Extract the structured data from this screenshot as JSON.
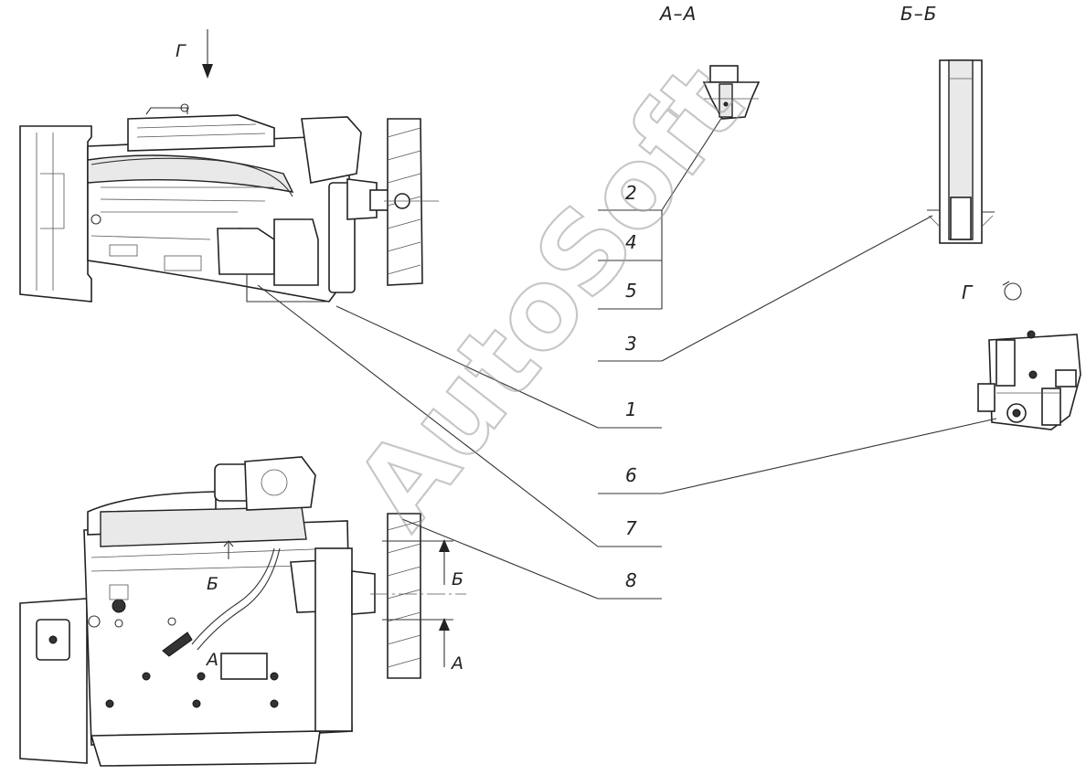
{
  "section_labels": {
    "aa": "А–А",
    "bb": "Б–Б",
    "g_view": "Г",
    "g_arrow": "Г",
    "marker_b_engine": "Б",
    "marker_a_engine": "А",
    "arrow_b": "Б",
    "arrow_a": "А"
  },
  "callouts": [
    "2",
    "4",
    "5",
    "3",
    "1",
    "6",
    "7",
    "8"
  ],
  "watermark": "AutoSoft"
}
